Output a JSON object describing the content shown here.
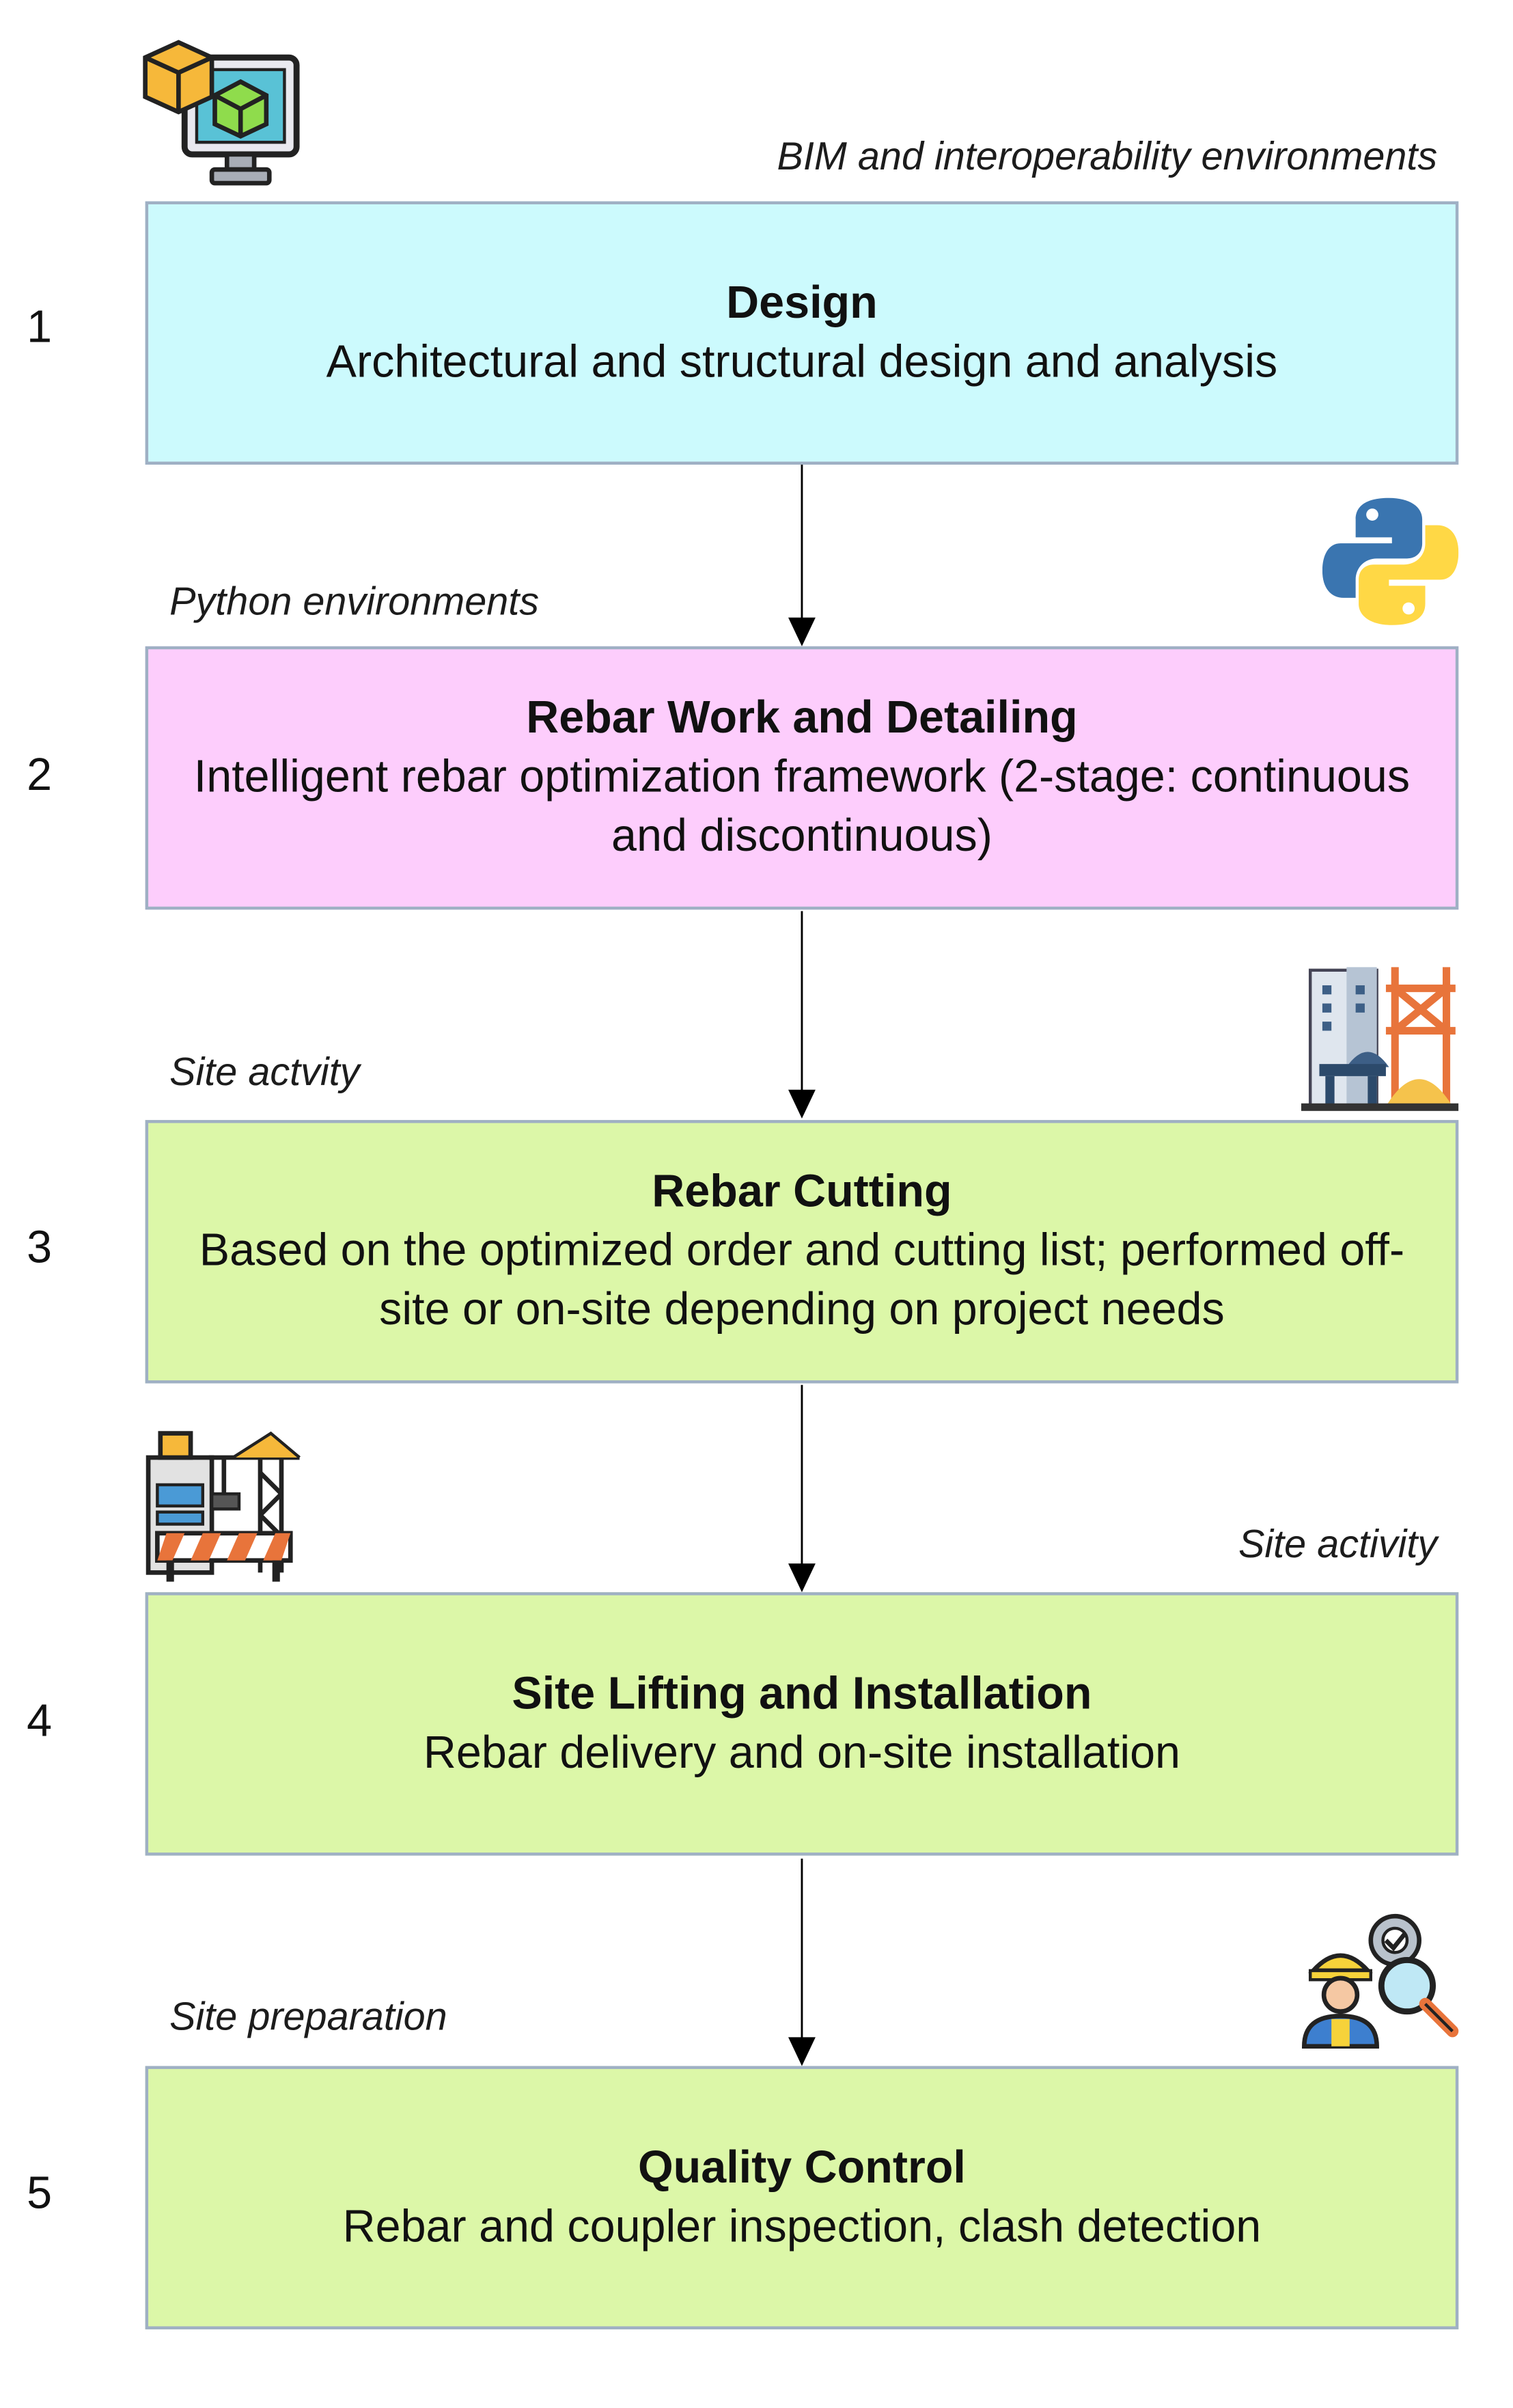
{
  "steps": [
    {
      "number": "1",
      "title": "Design",
      "description": "Architectural and structural design and analysis",
      "environment": "BIM and interoperability environments",
      "color": "#ccfafd",
      "icon": "bim-computer-icon"
    },
    {
      "number": "2",
      "title": "Rebar Work and Detailing",
      "description": "Intelligent rebar optimization framework (2-stage: continuous and discontinuous)",
      "environment": "Python environments",
      "color": "#fdcdfc",
      "icon": "python-logo-icon"
    },
    {
      "number": "3",
      "title": "Rebar Cutting",
      "description": "Based on the optimized order and cutting list; performed off-site or on-site depending on project needs",
      "environment": "Site actvity",
      "color": "#dcf7a8",
      "icon": "construction-building-icon"
    },
    {
      "number": "4",
      "title": "Site Lifting and Installation",
      "description": "Rebar delivery and on-site installation",
      "environment": "Site activity",
      "color": "#dcf7a8",
      "icon": "crane-site-icon"
    },
    {
      "number": "5",
      "title": "Quality Control",
      "description": "Rebar and coupler inspection, clash detection",
      "environment": "Site preparation",
      "color": "#dcf7a8",
      "icon": "inspector-icon"
    }
  ]
}
